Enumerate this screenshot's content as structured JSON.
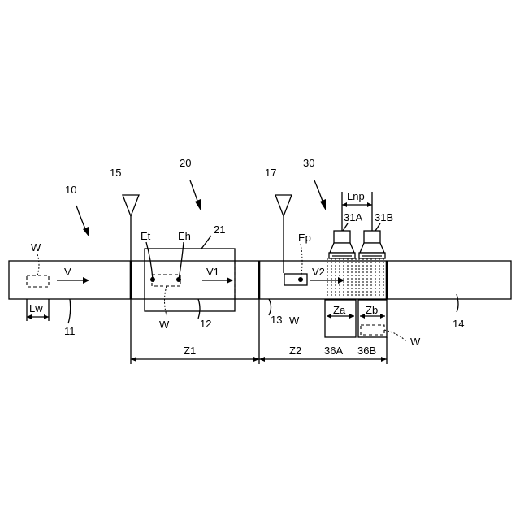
{
  "labels": {
    "ref_10": "10",
    "ref_15": "15",
    "ref_20": "20",
    "ref_17": "17",
    "ref_30": "30",
    "lnp": "Lnp",
    "ref_31a": "31A",
    "ref_31b": "31B",
    "ref_21": "21",
    "et": "Et",
    "eh": "Eh",
    "ep": "Ep",
    "w_left": "W",
    "v": "V",
    "v1": "V1",
    "v2": "V2",
    "lw": "Lw",
    "ref_11": "11",
    "w_mid": "W",
    "ref_12": "12",
    "ref_13": "13",
    "w_right": "W",
    "za": "Za",
    "zb": "Zb",
    "ref_14": "14",
    "w_far": "W",
    "z1": "Z1",
    "z2": "Z2",
    "ref_36a": "36A",
    "ref_36b": "36B"
  }
}
